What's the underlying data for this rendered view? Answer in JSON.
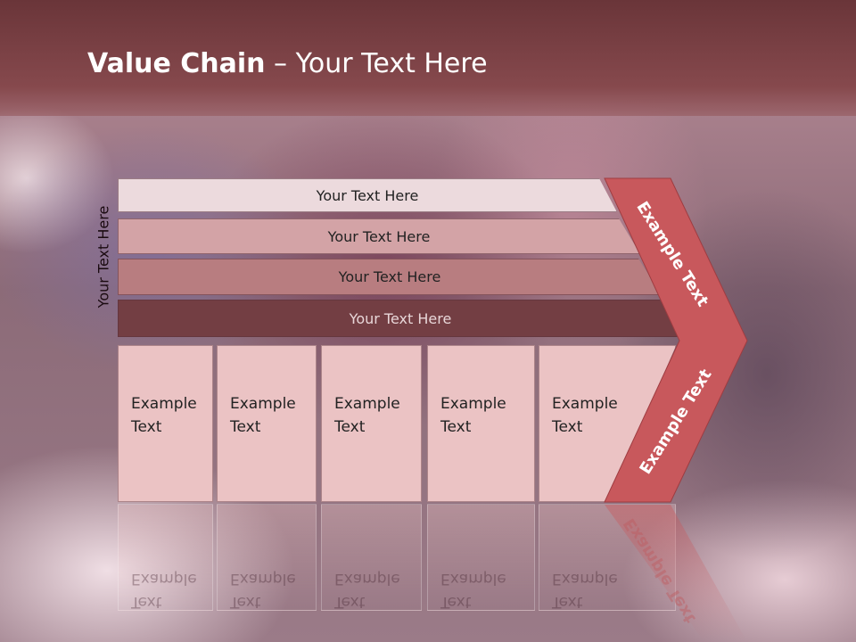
{
  "slide": {
    "title_strong": "Value Chain",
    "title_rest": " – Your Text Here",
    "side_label": "Your Text Here",
    "bars": [
      "Your Text Here",
      "Your Text Here",
      "Your Text Here",
      "Your Text Here"
    ],
    "boxes": [
      {
        "line1": "Example",
        "line2": "Text"
      },
      {
        "line1": "Example",
        "line2": "Text"
      },
      {
        "line1": "Example",
        "line2": "Text"
      },
      {
        "line1": "Example",
        "line2": "Text"
      },
      {
        "line1": "Example",
        "line2": "Text"
      }
    ],
    "chevron_top_text": "Example Text",
    "chevron_bottom_text": "Example Text"
  },
  "colors": {
    "header": "#86494d",
    "chevron": "#c8585c",
    "bar_light": "#ecdadd",
    "bar_dark": "#733e43",
    "box": "#ebc3c4"
  }
}
